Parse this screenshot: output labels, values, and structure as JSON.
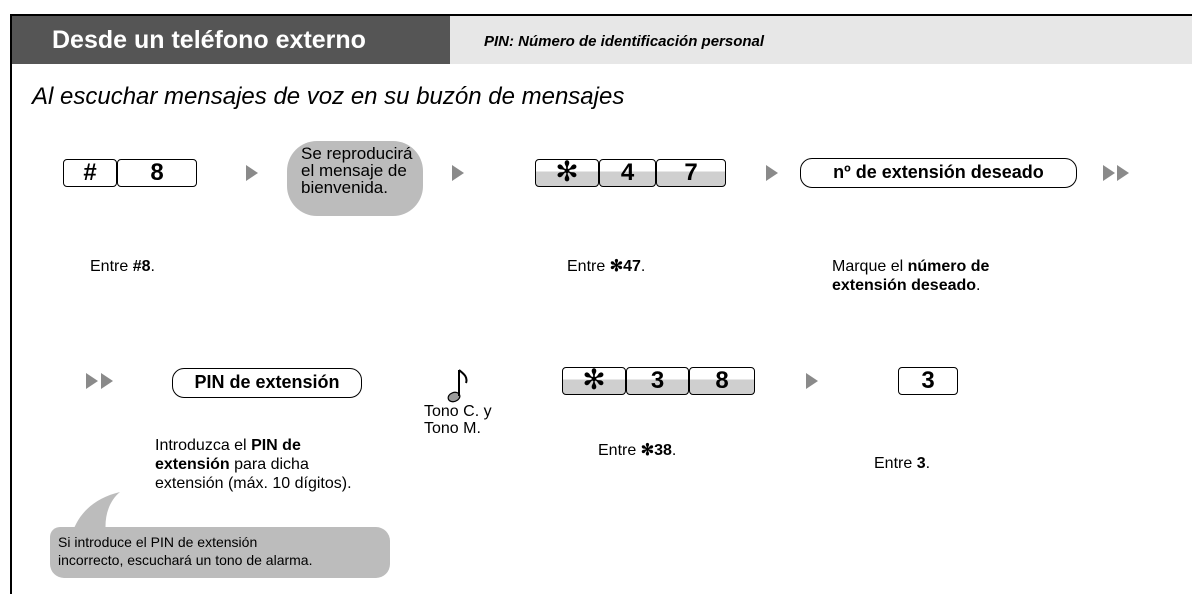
{
  "header": {
    "tab_label": "Desde un teléfono externo",
    "pin_note": "PIN: Número de identificación personal"
  },
  "subtitle": "Al escuchar mensajes de voz en su buzón de mensajes",
  "row1": {
    "keys_a": [
      "#",
      "8"
    ],
    "bubble": [
      "Se reproducirá",
      "el mensaje de",
      "bienvenida."
    ],
    "keys_b": [
      "✻",
      "4",
      "7"
    ],
    "field": "nº de extensión deseado",
    "captions": {
      "step1": {
        "prefix": "Entre ",
        "bold": "#8",
        "suffix": "."
      },
      "step2": {
        "prefix": "Entre ",
        "bold": "✻47",
        "suffix": "."
      },
      "step3": {
        "line1_prefix": "Marque el ",
        "line1_bold": "número de",
        "line2_bold": "extensión deseado",
        "suffix": "."
      }
    }
  },
  "row2": {
    "field": "PIN de extensión",
    "tone": [
      "Tono C. y",
      "Tono M."
    ],
    "keys_c": [
      "✻",
      "3",
      "8"
    ],
    "key_d": "3",
    "captions": {
      "step4": {
        "l1_prefix": "Introduzca el ",
        "l1_bold": "PIN de",
        "l2_bold": "extensión",
        "l2_suffix": " para dicha",
        "l3": "extensión (máx. 10 dígitos)."
      },
      "step5": {
        "prefix": "Entre ",
        "bold": "✻38",
        "suffix": "."
      },
      "step6": {
        "prefix": "Entre ",
        "bold": "3",
        "suffix": "."
      }
    },
    "callout": [
      "Si introduce el PIN de extensión",
      "incorrecto, escuchará un tono de alarma."
    ]
  },
  "colors": {
    "tab_bg": "#555555",
    "band_bg": "#e7e7e7",
    "bubble_bg": "#bcbcbc",
    "arrow": "#8a8a8a"
  },
  "icons": {
    "note": "music-note-icon",
    "arrow": "triangle-arrow-icon",
    "double_arrow": "double-triangle-arrow-icon"
  }
}
